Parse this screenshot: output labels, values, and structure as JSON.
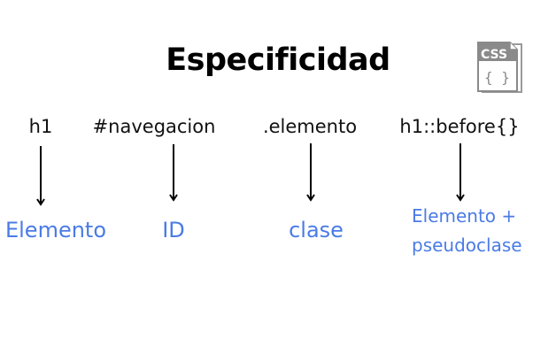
{
  "title": "Especificidad",
  "icon": {
    "name": "css-file-icon",
    "label": "CSS",
    "braces": "{ }",
    "color": "#8a8a8a"
  },
  "accent_color": "#4a7be6",
  "columns": [
    {
      "selector": "h1",
      "label": "Elemento"
    },
    {
      "selector": "#navegacion",
      "label": "ID"
    },
    {
      "selector": ".elemento",
      "label": "clase"
    },
    {
      "selector": "h1::before{}",
      "label_line1": "Elemento +",
      "label_line2": "pseudoclase"
    }
  ]
}
